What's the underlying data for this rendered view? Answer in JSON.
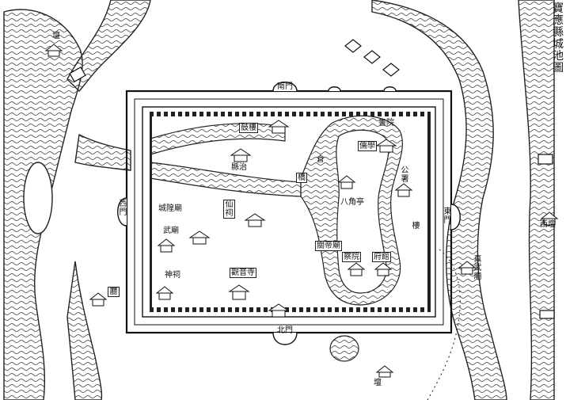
{
  "title": "寶應縣城池圖",
  "labels": {
    "south_gate": "南門",
    "north_gate": "北門",
    "east_gate": "東門",
    "west_gate": "西門",
    "yamen": "縣治",
    "confucian_temple": "儒學",
    "altar_ne": "壇",
    "altar_w": "西壇",
    "altar_s": "壇",
    "temple_city_god": "城隍廟",
    "temple_guandi": "關帝廟",
    "temple_main": "觀音寺",
    "pavilion": "八角亭",
    "bridge": "橋",
    "academy": "書院",
    "granary": "倉",
    "hall_1": "察院",
    "hall_2": "府館",
    "military_temple": "武廟",
    "shrine": "神祠",
    "office_left": "廳",
    "office_right": "公署",
    "zhen_shrine": "真武廟",
    "tower": "樓",
    "drum": "鼓樓",
    "xian_ci": "仙祠"
  },
  "colors": {
    "ink": "#111111",
    "paper": "#ffffff"
  }
}
